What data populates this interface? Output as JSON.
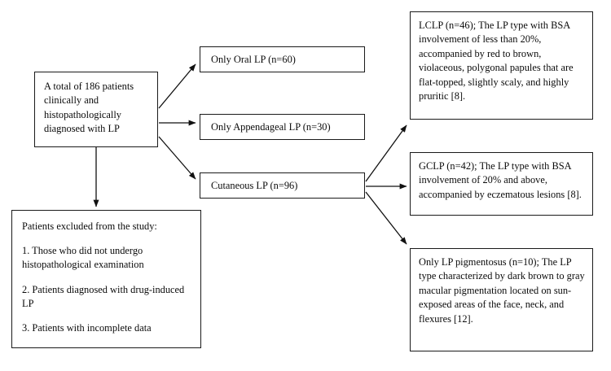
{
  "diagram": {
    "title": "Patient selection and lichen planus subtype classification flowchart",
    "background_color": "#ffffff",
    "line_color": "#1a1a1a",
    "text_color": "#0b0b0b"
  },
  "nodes": {
    "cohort": {
      "text": "A total of 186 patients clinically and histopathologically diagnosed with LP"
    },
    "oral": {
      "text": "Only Oral LP (n=60)"
    },
    "appendageal": {
      "text": "Only Appendageal LP (n=30)"
    },
    "cutaneous": {
      "text": "Cutaneous LP (n=96)"
    },
    "excluded": {
      "heading": "Patients excluded from the study:",
      "items": [
        "1. Those who did not undergo histopathological examination",
        "2. Patients diagnosed with drug-induced LP",
        "3. Patients with incomplete data"
      ]
    },
    "lclp": {
      "text": "LCLP (n=46); The LP type with BSA involvement of less than 20%, accompanied by red to brown, violaceous, polygonal papules that are flat-topped, slightly scaly, and highly pruritic [8]."
    },
    "gclp": {
      "text": "GCLP (n=42); The LP type with BSA involvement of 20% and above, accompanied by eczematous lesions [8]."
    },
    "pigmentosus": {
      "text": "Only LP pigmentosus (n=10); The LP type characterized by dark brown to gray macular pigmentation located on sun-exposed areas of the face, neck, and flexures [12]."
    }
  },
  "edges": [
    {
      "name": "cohort-to-oral",
      "from": "cohort",
      "to": "oral"
    },
    {
      "name": "cohort-to-appendageal",
      "from": "cohort",
      "to": "appendageal"
    },
    {
      "name": "cohort-to-cutaneous",
      "from": "cohort",
      "to": "cutaneous"
    },
    {
      "name": "cohort-to-excluded",
      "from": "cohort",
      "to": "excluded"
    },
    {
      "name": "cutaneous-to-lclp",
      "from": "cutaneous",
      "to": "lclp"
    },
    {
      "name": "cutaneous-to-gclp",
      "from": "cutaneous",
      "to": "gclp"
    },
    {
      "name": "cutaneous-to-pigmentosus",
      "from": "cutaneous",
      "to": "pigmentosus"
    }
  ]
}
